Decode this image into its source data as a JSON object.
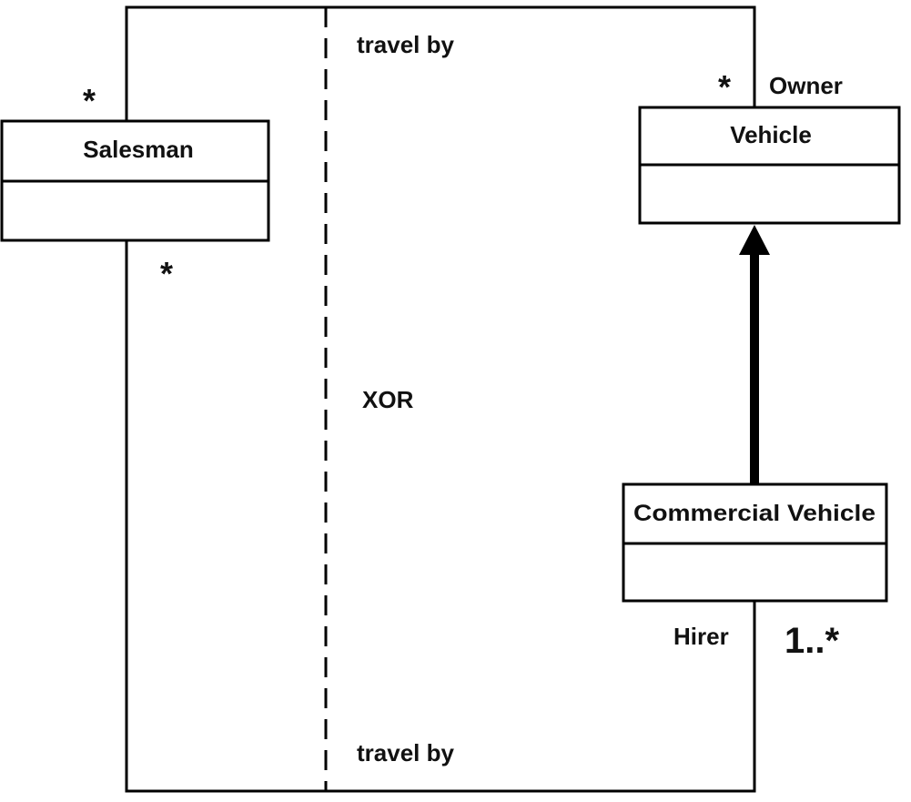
{
  "classes": {
    "salesman": {
      "name": "Salesman"
    },
    "vehicle": {
      "name": "Vehicle"
    },
    "commercial_vehicle": {
      "name": "Commercial Vehicle"
    }
  },
  "associations": {
    "top": {
      "label": "travel by",
      "salesman_multiplicity": "*",
      "vehicle_multiplicity": "*",
      "vehicle_role": "Owner"
    },
    "bottom": {
      "label": "travel by",
      "salesman_multiplicity": "*",
      "commercial_vehicle_multiplicity": "1..*",
      "commercial_vehicle_role": "Hirer"
    }
  },
  "constraint": {
    "label": "XOR"
  }
}
